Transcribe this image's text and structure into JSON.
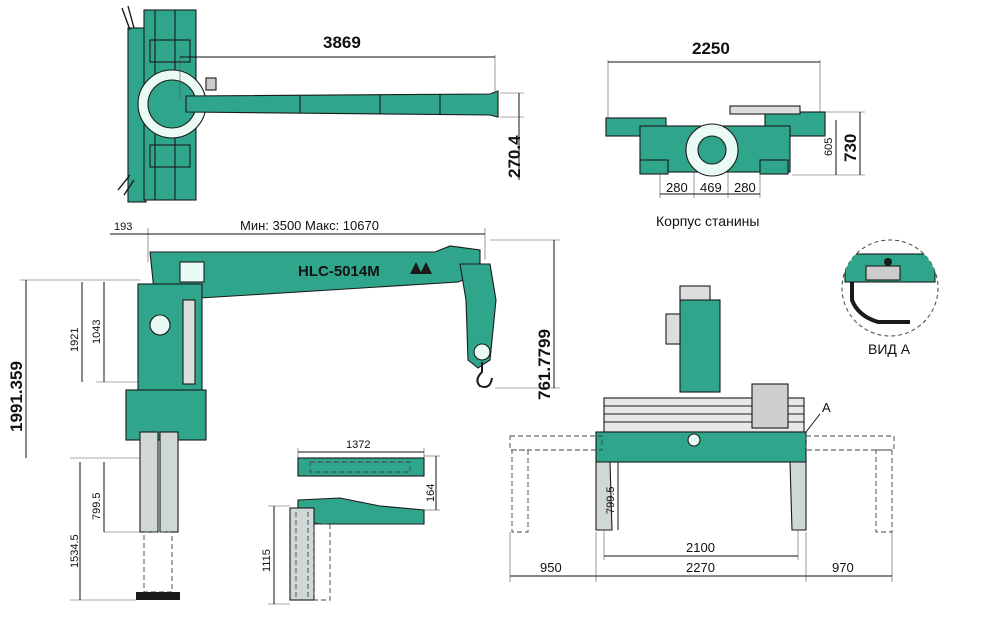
{
  "colors": {
    "teal": "#2fa58c",
    "outline": "#1a1a1a",
    "background": "#ffffff"
  },
  "top_view": {
    "boom_length": "3869",
    "boom_width": "270.4"
  },
  "base_view": {
    "width": "2250",
    "height_total": "730",
    "height_inner": "605",
    "seg_left": "280",
    "seg_mid": "469",
    "seg_right": "280",
    "caption": "Корпус станины"
  },
  "side_view": {
    "model_label": "HLC-5014M",
    "offset_193": "193",
    "reach_label": "Мин: 3500 Макс: 10670",
    "height_total": "1991.359",
    "height_1921": "1921",
    "height_1043": "1043",
    "hook_height": "761.7799",
    "leg_799": "799.5",
    "leg_1534": "1534.5"
  },
  "stowed_view": {
    "length": "1372",
    "depth": "164",
    "height": "1115"
  },
  "front_view": {
    "label_a": "A",
    "leg_height": "799.5",
    "inner_width": "2100",
    "left_ext": "950",
    "mid_width": "2270",
    "right_ext": "970"
  },
  "detail_view": {
    "caption": "ВИД А"
  }
}
